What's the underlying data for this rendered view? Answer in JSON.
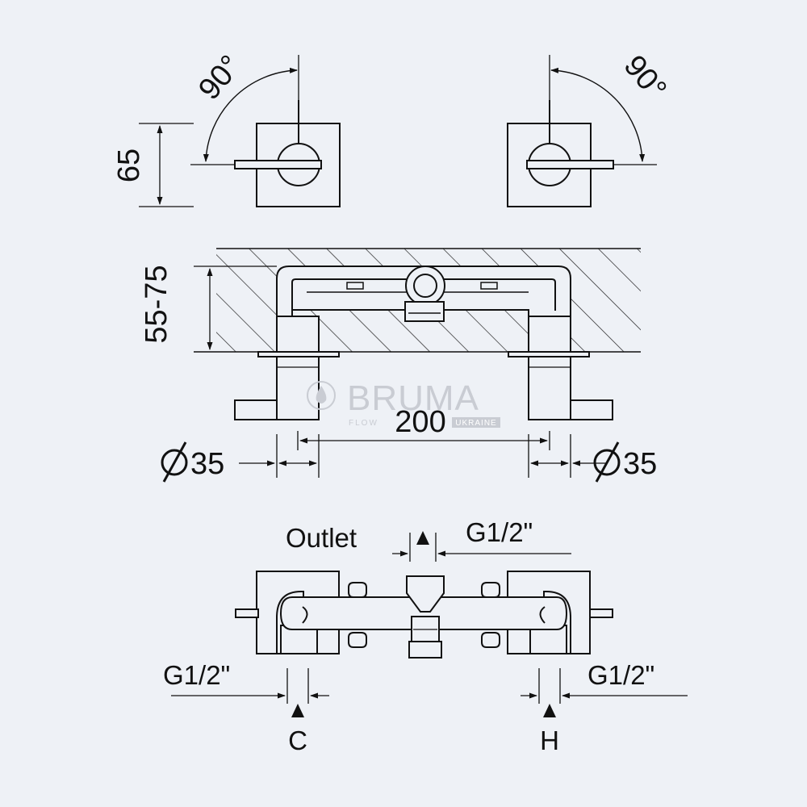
{
  "dimensions": {
    "rotation_left": "90°",
    "rotation_right": "90°",
    "handle_height": "65",
    "wall_depth": "55-75",
    "center_distance": "200",
    "diameter_left": "35",
    "diameter_right": "35"
  },
  "connections": {
    "outlet_label": "Outlet",
    "outlet_thread": "G1/2\"",
    "cold_thread": "G1/2\"",
    "hot_thread": "G1/2\"",
    "cold_label": "C",
    "hot_label": "H"
  },
  "watermark": {
    "brand": "BRUMA",
    "subtitle": "FLOW",
    "badge": "UKRAINE"
  },
  "colors": {
    "background": "#eef1f6",
    "line": "#111111",
    "watermark": "#c9ccd3"
  }
}
